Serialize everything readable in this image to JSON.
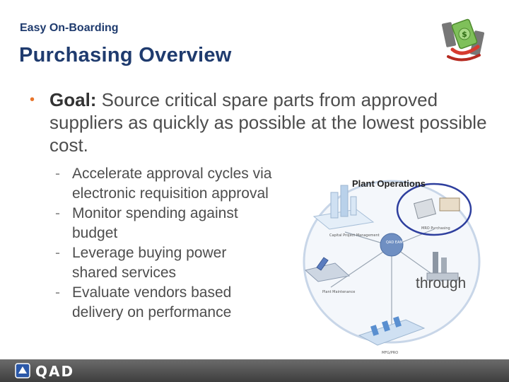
{
  "header": {
    "kicker": "Easy On-Boarding",
    "title": "Purchasing Overview"
  },
  "goal": {
    "label": "Goal:",
    "text": " Source critical spare parts from approved suppliers as quickly as possible at the lowest possible cost."
  },
  "sub_bullets": [
    {
      "dash": "-",
      "text": "Accelerate approval cycles via electronic requisition approval"
    },
    {
      "dash": "-",
      "text": "Monitor spending against budget"
    },
    {
      "dash": "-",
      "text": "Leverage buying power"
    },
    {
      "dash": "",
      "text": "shared services"
    },
    {
      "dash": "-",
      "text": "Evaluate vendors based"
    },
    {
      "dash": "",
      "text": "delivery on performance"
    }
  ],
  "diagram": {
    "overlay_title": "Plant Operations",
    "overlay_through": "through",
    "nodes": {
      "capital": "Capital Project Management",
      "mro": "MRO Purchasing",
      "center": "QAD EAM",
      "maintenance": "Plant Maintenance",
      "mfg": "MFG/PRO"
    },
    "colors": {
      "ring": "#c8d6e8",
      "highlight": "#2e3f9e"
    }
  },
  "footer": {
    "logo_text": "QAD"
  },
  "icons": {
    "logo": "money-hands-icon",
    "footer_logo": "qad-logo"
  }
}
